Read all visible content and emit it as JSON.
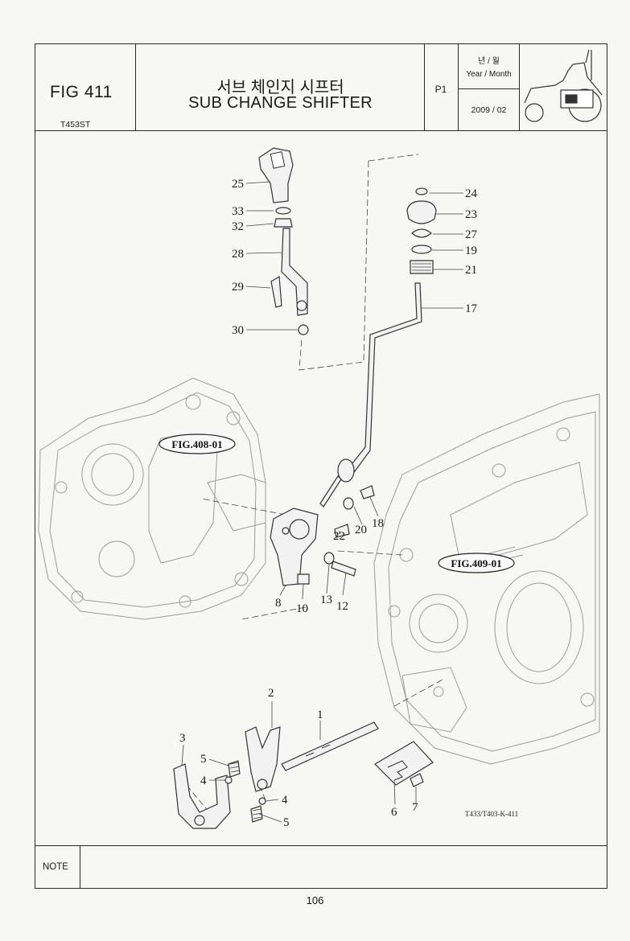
{
  "header": {
    "fig_title": "FIG 411",
    "model_code": "T453ST",
    "title_ko": "서브 체인지 시프터",
    "title_en": "SUB CHANGE SHIFTER",
    "page_code": "P1",
    "year_month_ko": "년 / 월",
    "year_month_en": "Year / Month",
    "date": "2009 / 02"
  },
  "diagram": {
    "callouts": [
      "25",
      "33",
      "32",
      "28",
      "29",
      "30",
      "24",
      "23",
      "27",
      "19",
      "21",
      "17",
      "22",
      "20",
      "18",
      "8",
      "10",
      "13",
      "12",
      "2",
      "1",
      "3",
      "5",
      "4",
      "4",
      "5",
      "6",
      "7"
    ],
    "references": [
      "FIG.408-01",
      "FIG.409-01"
    ],
    "drawing_code": "T433/T403-K-411"
  },
  "footer": {
    "note_label": "NOTE",
    "page_number": "106"
  }
}
